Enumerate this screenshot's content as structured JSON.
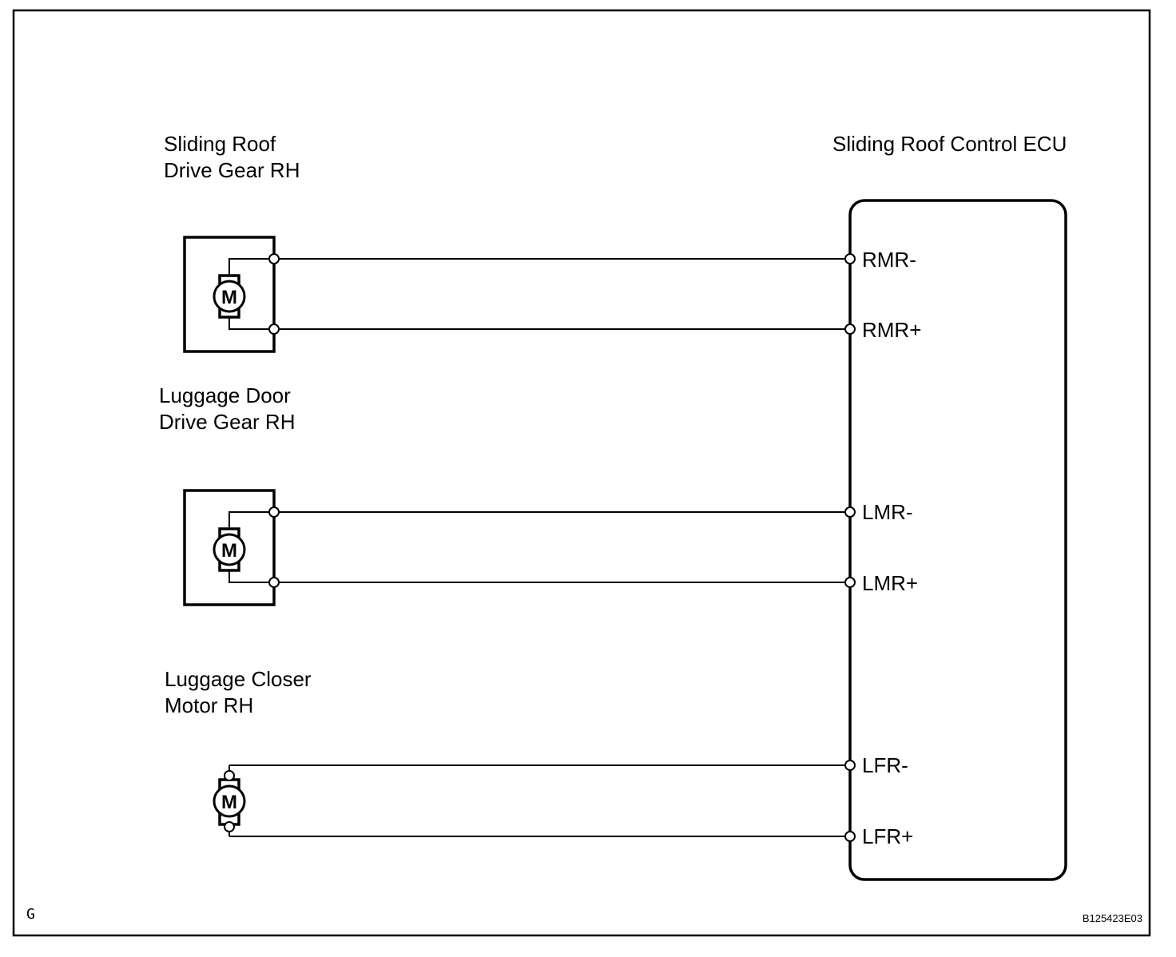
{
  "components": {
    "gear_rh": {
      "line1": "Sliding Roof",
      "line2": "Drive Gear RH",
      "motor_label": "M"
    },
    "door_gear": {
      "line1": "Luggage Door",
      "line2": "Drive Gear RH",
      "motor_label": "M"
    },
    "closer_motor": {
      "line1": "Luggage Closer",
      "line2": "Motor RH",
      "motor_label": "M"
    },
    "ecu": {
      "title": "Sliding Roof Control ECU"
    }
  },
  "pins": [
    "RMR-",
    "RMR+",
    "LMR-",
    "LMR+",
    "LFR-",
    "LFR+"
  ],
  "footer": {
    "left_code": "G",
    "figure_id": "B125423E03"
  }
}
